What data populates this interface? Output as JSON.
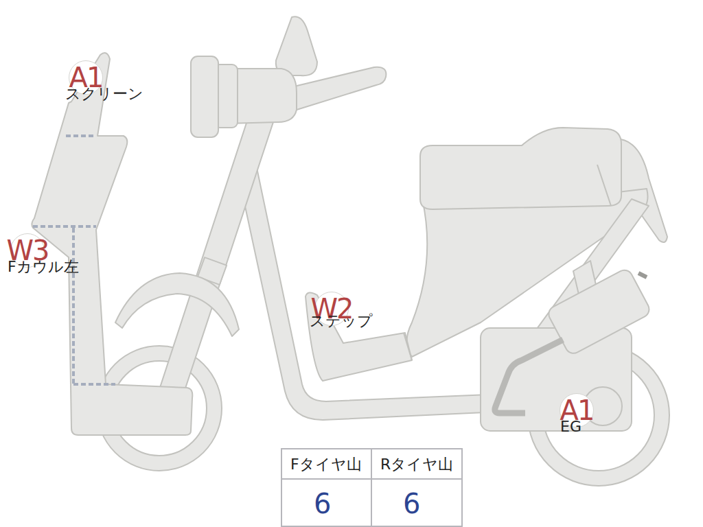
{
  "diagram": {
    "nodes": [
      {
        "text": [
          "A1",
          "スクリーン"
        ]
      },
      {
        "text": [
          "W3",
          "Fカウル左"
        ]
      },
      {
        "text": [
          "W2",
          "ステップ"
        ]
      },
      {
        "text": [
          "A1",
          "EG"
        ]
      }
    ],
    "labels": [
      "Fタイヤ山",
      "Rタイヤ山",
      "6",
      "6"
    ]
  }
}
